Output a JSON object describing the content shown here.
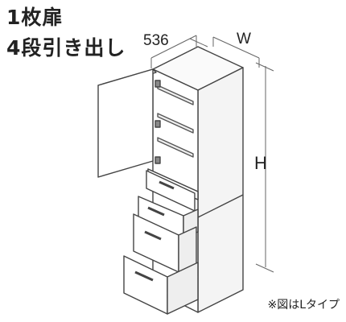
{
  "title": {
    "line1": "1枚扉",
    "line2": "4段引き出し"
  },
  "dimensions": {
    "depth": "536",
    "width": "W",
    "height": "H"
  },
  "note": "※図はLタイプ"
}
